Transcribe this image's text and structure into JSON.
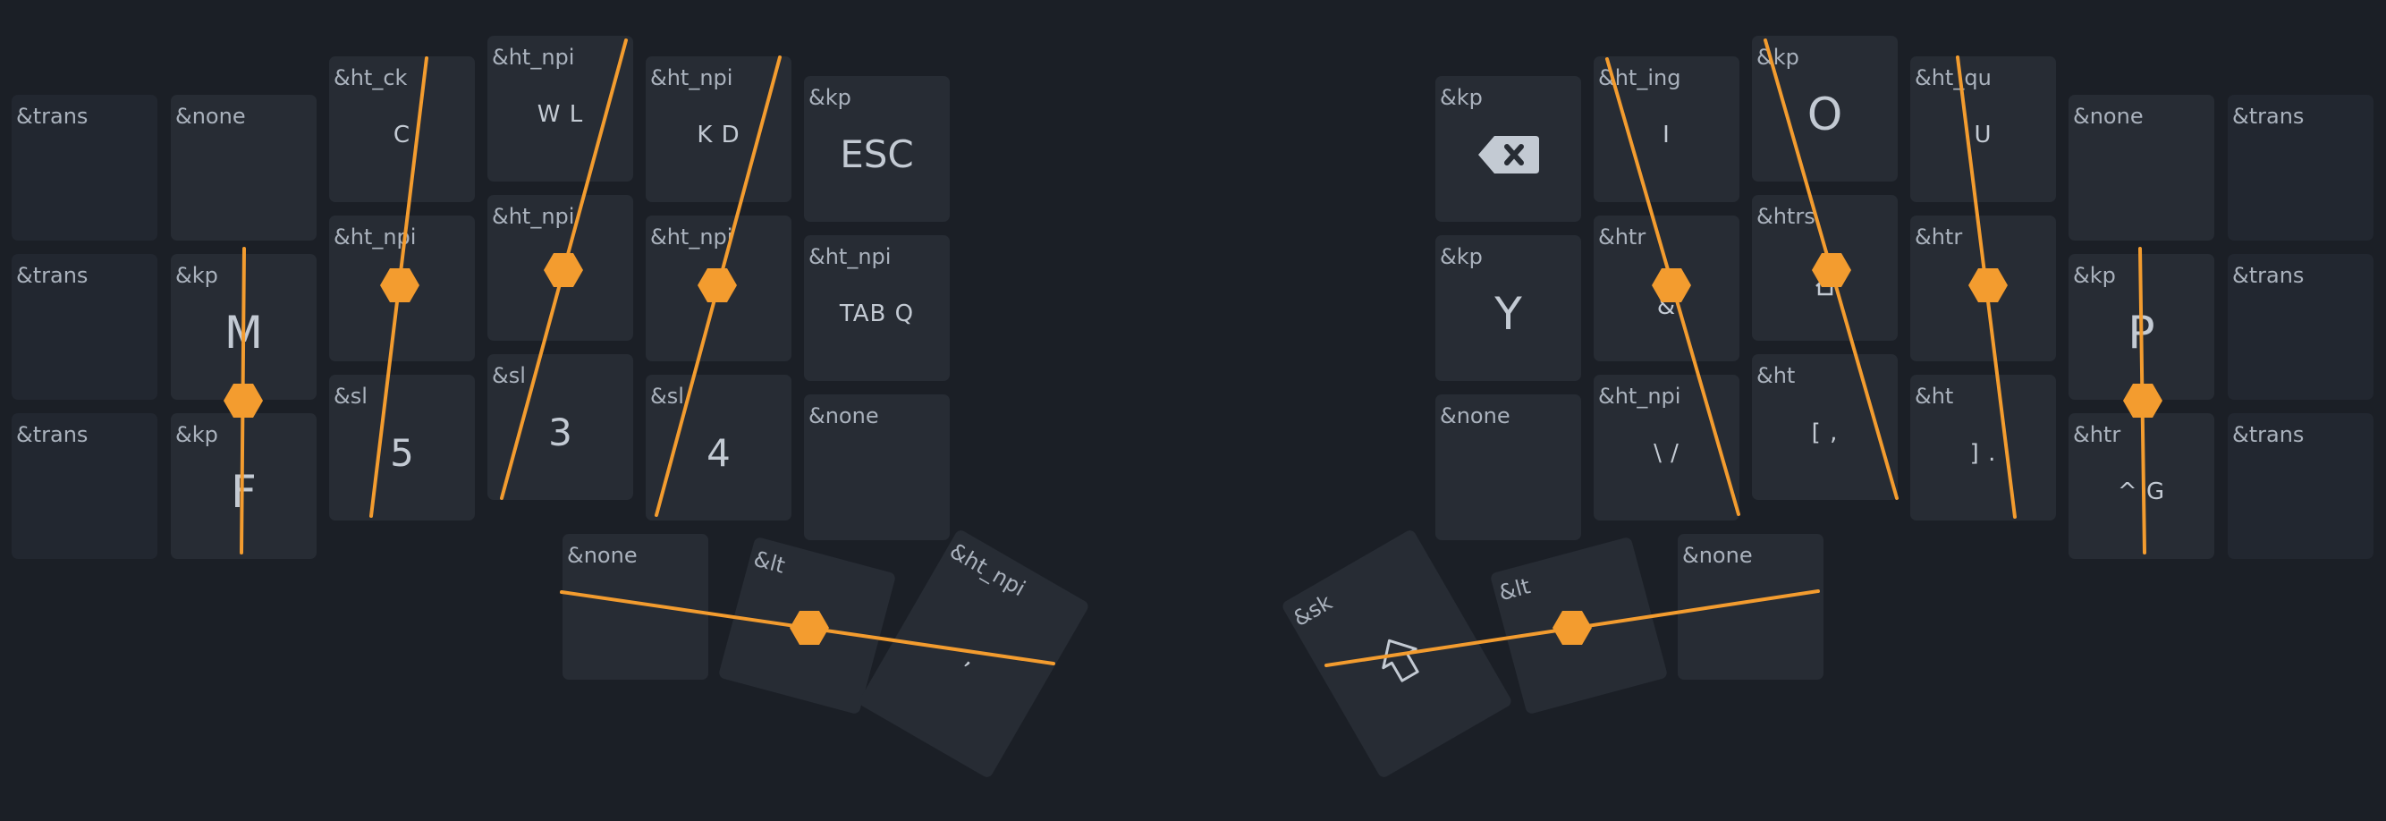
{
  "theme": {
    "accent": "#f39c2f",
    "background": "#1b1f26",
    "key": "#272c34",
    "text": "#c3cad3"
  },
  "keys": {
    "l_r0c0": {
      "binding": "&trans",
      "tap": ""
    },
    "l_r0c1": {
      "binding": "&none",
      "tap": ""
    },
    "l_r0c2": {
      "binding": "&ht_ck",
      "tap": "C"
    },
    "l_r0c3": {
      "binding": "&ht_npi",
      "tap": "W L"
    },
    "l_r0c4": {
      "binding": "&ht_npi",
      "tap": "K D"
    },
    "l_r0c5": {
      "binding": "&kp",
      "tap": "ESC"
    },
    "l_r1c0": {
      "binding": "&trans",
      "tap": ""
    },
    "l_r1c1": {
      "binding": "&kp",
      "tap": "M"
    },
    "l_r1c2": {
      "binding": "&ht_npi",
      "tap": ""
    },
    "l_r1c3": {
      "binding": "&ht_npi",
      "tap": "V"
    },
    "l_r1c4": {
      "binding": "&ht_npi",
      "tap": ""
    },
    "l_r1c5": {
      "binding": "&ht_npi",
      "tap": "TAB Q"
    },
    "l_r2c0": {
      "binding": "&trans",
      "tap": ""
    },
    "l_r2c1": {
      "binding": "&kp",
      "tap": "F"
    },
    "l_r2c2": {
      "binding": "&sl",
      "tap": "5"
    },
    "l_r2c3": {
      "binding": "&sl",
      "tap": "3"
    },
    "l_r2c4": {
      "binding": "&sl",
      "tap": "4"
    },
    "l_r2c5": {
      "binding": "&none",
      "tap": ""
    },
    "l_th0": {
      "binding": "&none",
      "tap": ""
    },
    "l_th1": {
      "binding": "&lt",
      "tap": ""
    },
    "l_th2": {
      "binding": "&ht_npi",
      "tap": ","
    },
    "r_r0c0": {
      "binding": "&kp",
      "tap": "",
      "icon": "backspace-icon"
    },
    "r_r0c1": {
      "binding": "&ht_ing",
      "tap": "I"
    },
    "r_r0c2": {
      "binding": "&kp",
      "tap": "O"
    },
    "r_r0c3": {
      "binding": "&ht_qu",
      "tap": "U"
    },
    "r_r0c4": {
      "binding": "&none",
      "tap": ""
    },
    "r_r0c5": {
      "binding": "&trans",
      "tap": ""
    },
    "r_r1c0": {
      "binding": "&kp",
      "tap": "Y"
    },
    "r_r1c1": {
      "binding": "&htr",
      "tap": "&"
    },
    "r_r1c2": {
      "binding": "&htrs",
      "tap": "",
      "icon": "home-icon"
    },
    "r_r1c3": {
      "binding": "&htr",
      "tap": ""
    },
    "r_r1c4": {
      "binding": "&kp",
      "tap": "P"
    },
    "r_r1c5": {
      "binding": "&trans",
      "tap": ""
    },
    "r_r2c0": {
      "binding": "&none",
      "tap": ""
    },
    "r_r2c1": {
      "binding": "&ht_npi",
      "tap": "\\ /"
    },
    "r_r2c2": {
      "binding": "&ht",
      "tap": "[ ,"
    },
    "r_r2c3": {
      "binding": "&ht",
      "tap": "] ."
    },
    "r_r2c4": {
      "binding": "&htr",
      "tap": "^ G"
    },
    "r_r2c5": {
      "binding": "&trans",
      "tap": ""
    },
    "r_th0": {
      "binding": "&sk",
      "tap": "",
      "icon": "shift-icon"
    },
    "r_th1": {
      "binding": "&lt",
      "tap": ""
    },
    "r_th2": {
      "binding": "&none",
      "tap": ""
    }
  }
}
